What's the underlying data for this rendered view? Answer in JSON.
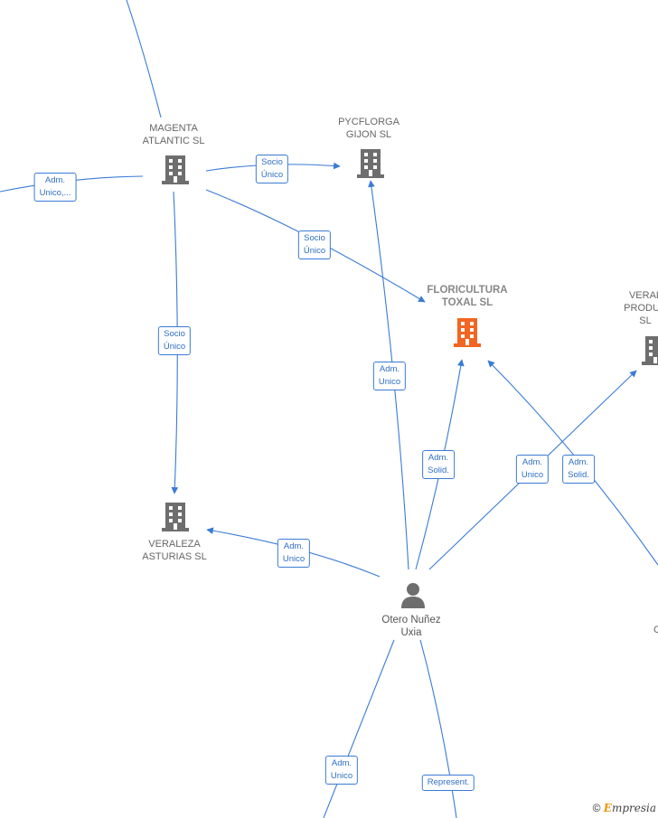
{
  "nodes": {
    "magenta": {
      "label": "MAGENTA\nATLANTIC  SL",
      "type": "company"
    },
    "pycflorga": {
      "label": "PYCFLORGA\nGIJON  SL",
      "type": "company"
    },
    "floricultura": {
      "label": "FLORICULTURA\nTOXAL  SL",
      "type": "company-focus"
    },
    "veral_prod": {
      "label": "VERAL\nPRODUC\nSL",
      "type": "company"
    },
    "veraleza": {
      "label": "VERALEZA\nASTURIAS  SL",
      "type": "company"
    },
    "otero": {
      "label": "Otero Nuñez\nUxia",
      "type": "person"
    },
    "cut_right": {
      "label": "C",
      "type": "text"
    }
  },
  "edges": {
    "adm_unico_left": "Adm.\nUnico,...",
    "socio_unico_pyc": "Socio\nÚnico",
    "socio_unico_flor": "Socio\nÚnico",
    "socio_unico_veraleza": "Socio\nÚnico",
    "adm_unico_pyc": "Adm.\nUnico",
    "adm_solid_flor": "Adm.\nSolid.",
    "adm_unico_veral": "Adm.\nUnico",
    "adm_solid_right": "Adm.\nSolid.",
    "adm_unico_veraleza": "Adm.\nUnico",
    "adm_unico_bottom": "Adm.\nUnico",
    "represent_bottom": "Represent."
  },
  "colors": {
    "edge": "#3a7bd5",
    "company_icon": "#6e6e6e",
    "focus_icon": "#f26522"
  },
  "footer": {
    "copyright_symbol": "©",
    "brand_initial": "E",
    "brand_rest": "mpresia"
  }
}
